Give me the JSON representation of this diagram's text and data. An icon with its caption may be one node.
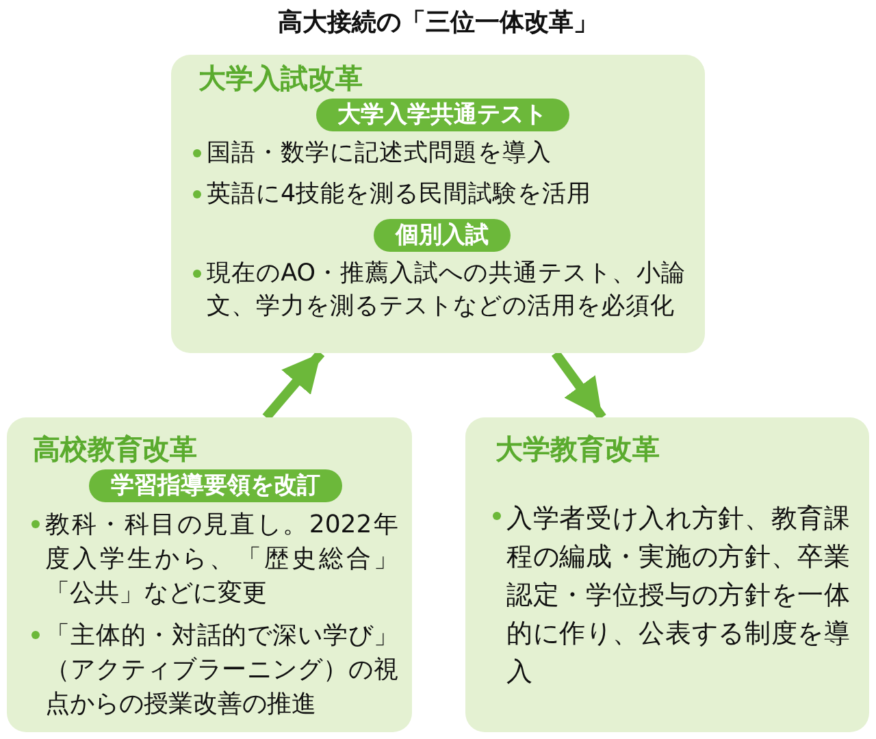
{
  "diagram": {
    "title": "高大接続の「三位一体改革」",
    "nodes": [
      {
        "text": [
          "大学入試改革",
          "国語・数学に記述式問題を導入",
          "英語に4技能を測る民間試験を活用",
          "現在のAO・推薦入試への共通テスト、小論文、学力を測るテストなどの活用を必須化"
        ]
      },
      {
        "text": [
          "大学入学共通テスト"
        ],
        "in": 0
      },
      {
        "text": [
          "個別入試"
        ],
        "in": 0
      },
      {
        "text": [
          "高校教育改革",
          "教科・科目の見直し。2022年度入学生から、「歴史総合」「公共」などに変更",
          "「主体的・対話的で深い学び」（アクティブラーニング）の視点からの授業改善の推進"
        ]
      },
      {
        "text": [
          "学習指導要領を改訂"
        ],
        "in": 3
      },
      {
        "text": [
          "大学教育改革",
          "入学者受け入れ方針、教育課程の編成・実施の方針、卒業認定・学位授与の方針を一体的に作り、公表する制度を導入"
        ]
      }
    ],
    "edges": [
      {
        "from": 3,
        "to": 0,
        "arrow": "to"
      },
      {
        "from": 0,
        "to": 5,
        "arrow": "to"
      }
    ]
  }
}
